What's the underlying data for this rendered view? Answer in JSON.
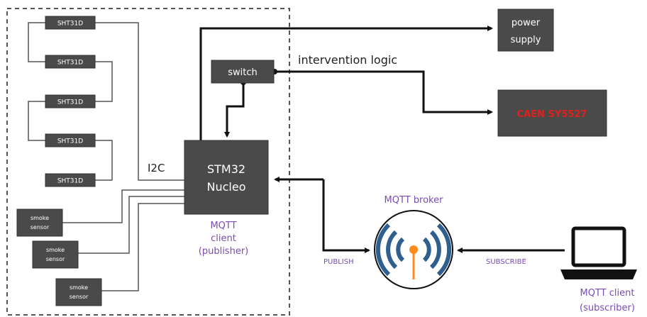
{
  "sensors": [
    {
      "label": "SHT31D"
    },
    {
      "label": "SHT31D"
    },
    {
      "label": "SHT31D"
    },
    {
      "label": "SHT31D"
    },
    {
      "label": "SHT31D"
    }
  ],
  "smoke_sensors": [
    {
      "line1": "smoke",
      "line2": "sensor"
    },
    {
      "line1": "smoke",
      "line2": "sensor"
    },
    {
      "line1": "smoke",
      "line2": "sensor"
    }
  ],
  "bus_label": "I2C",
  "mcu": {
    "line1": "STM32",
    "line2": "Nucleo"
  },
  "mcu_role": {
    "line1": "MQTT",
    "line2": "client",
    "line3": "(publisher)"
  },
  "switch_label": "switch",
  "power": {
    "line1": "power",
    "line2": "supply"
  },
  "intervention_label": "intervention logic",
  "caen_label": "CAEN SY5527",
  "broker_label": "MQTT broker",
  "publish_label": "PUBLISH",
  "subscribe_label": "SUBSCRIBE",
  "subscriber": {
    "line1": "MQTT client",
    "line2": "(subscriber)"
  },
  "colors": {
    "box": "#4a4a4a",
    "accent": "#7b4bb3",
    "alert": "#e0201b",
    "broker_ring": "#2f5f8f",
    "broker_dot": "#ff8c1a"
  }
}
